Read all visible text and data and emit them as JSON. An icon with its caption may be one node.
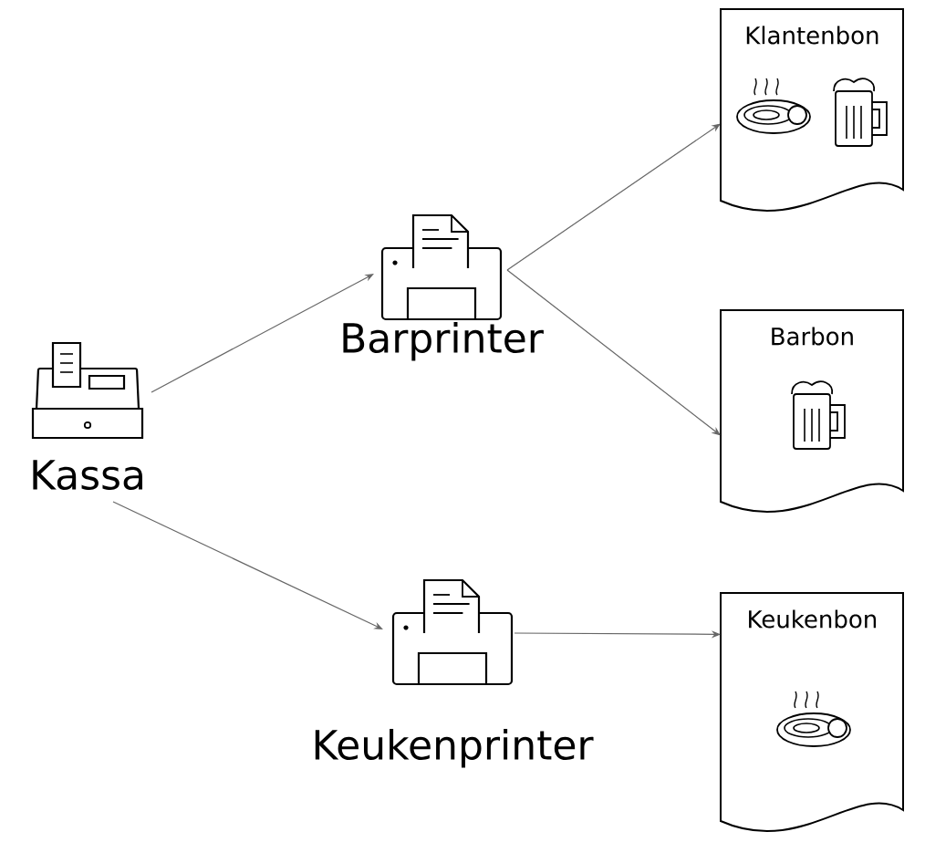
{
  "diagram": {
    "nodes": [
      {
        "text": [
          "Kassa"
        ]
      },
      {
        "text": [
          "Barprinter"
        ]
      },
      {
        "text": [
          "Keukenprinter"
        ]
      },
      {
        "text": [
          "Klantenbon"
        ]
      },
      {
        "text": [
          "Barbon"
        ]
      },
      {
        "text": [
          "Keukenbon"
        ]
      }
    ],
    "edges": [
      {
        "from": 0,
        "to": 1,
        "arrow": "to"
      },
      {
        "from": 0,
        "to": 2,
        "arrow": "to"
      },
      {
        "from": 1,
        "to": 3,
        "arrow": "to"
      },
      {
        "from": 1,
        "to": 4,
        "arrow": "to"
      },
      {
        "from": 2,
        "to": 5,
        "arrow": "to"
      }
    ]
  }
}
